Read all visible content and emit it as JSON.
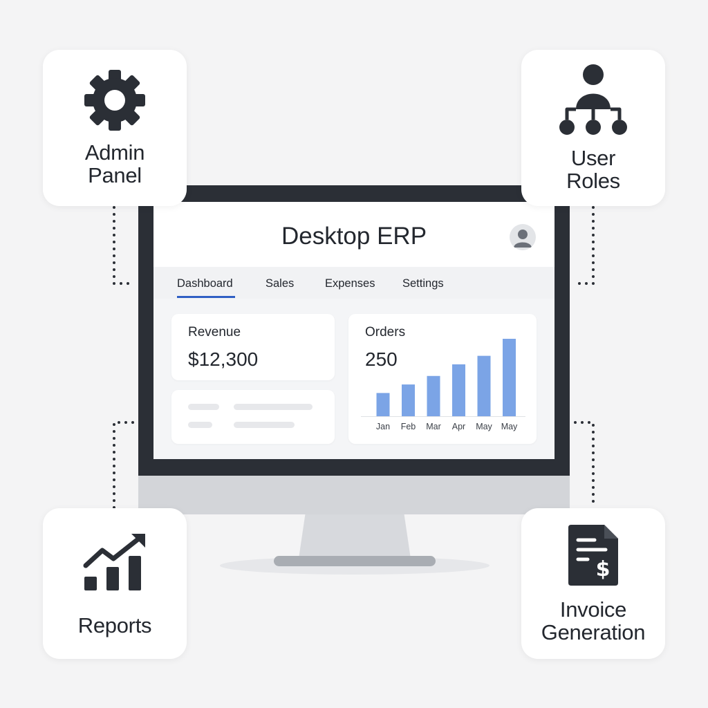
{
  "app": {
    "title": "Desktop ERP",
    "tabs": [
      "Dashboard",
      "Sales",
      "Expenses",
      "Settings"
    ],
    "active_tab": "Dashboard"
  },
  "features": {
    "admin_panel": {
      "label": "Admin\nPanel",
      "icon": "gear-icon"
    },
    "user_roles": {
      "label": "User\nRoles",
      "icon": "user-hierarchy-icon"
    },
    "reports": {
      "label": "Reports",
      "icon": "growth-chart-icon"
    },
    "invoice_generation": {
      "label": "Invoice\nGeneration",
      "icon": "invoice-dollar-icon"
    }
  },
  "revenue": {
    "label": "Revenue",
    "value": "$12,300"
  },
  "orders": {
    "label": "Orders",
    "value": "250"
  },
  "colors": {
    "accent": "#2f5fc4",
    "bar": "#7ba4e6",
    "dark": "#2b2f36",
    "background": "#f4f4f5"
  },
  "chart_data": {
    "type": "bar",
    "categories": [
      "Jan",
      "Feb",
      "Mar",
      "Apr",
      "May",
      "May"
    ],
    "values": [
      30,
      41,
      52,
      67,
      78,
      100
    ],
    "ylim": [
      0,
      100
    ],
    "grid": false,
    "legend": "none",
    "title": "",
    "xlabel": "",
    "ylabel": ""
  }
}
